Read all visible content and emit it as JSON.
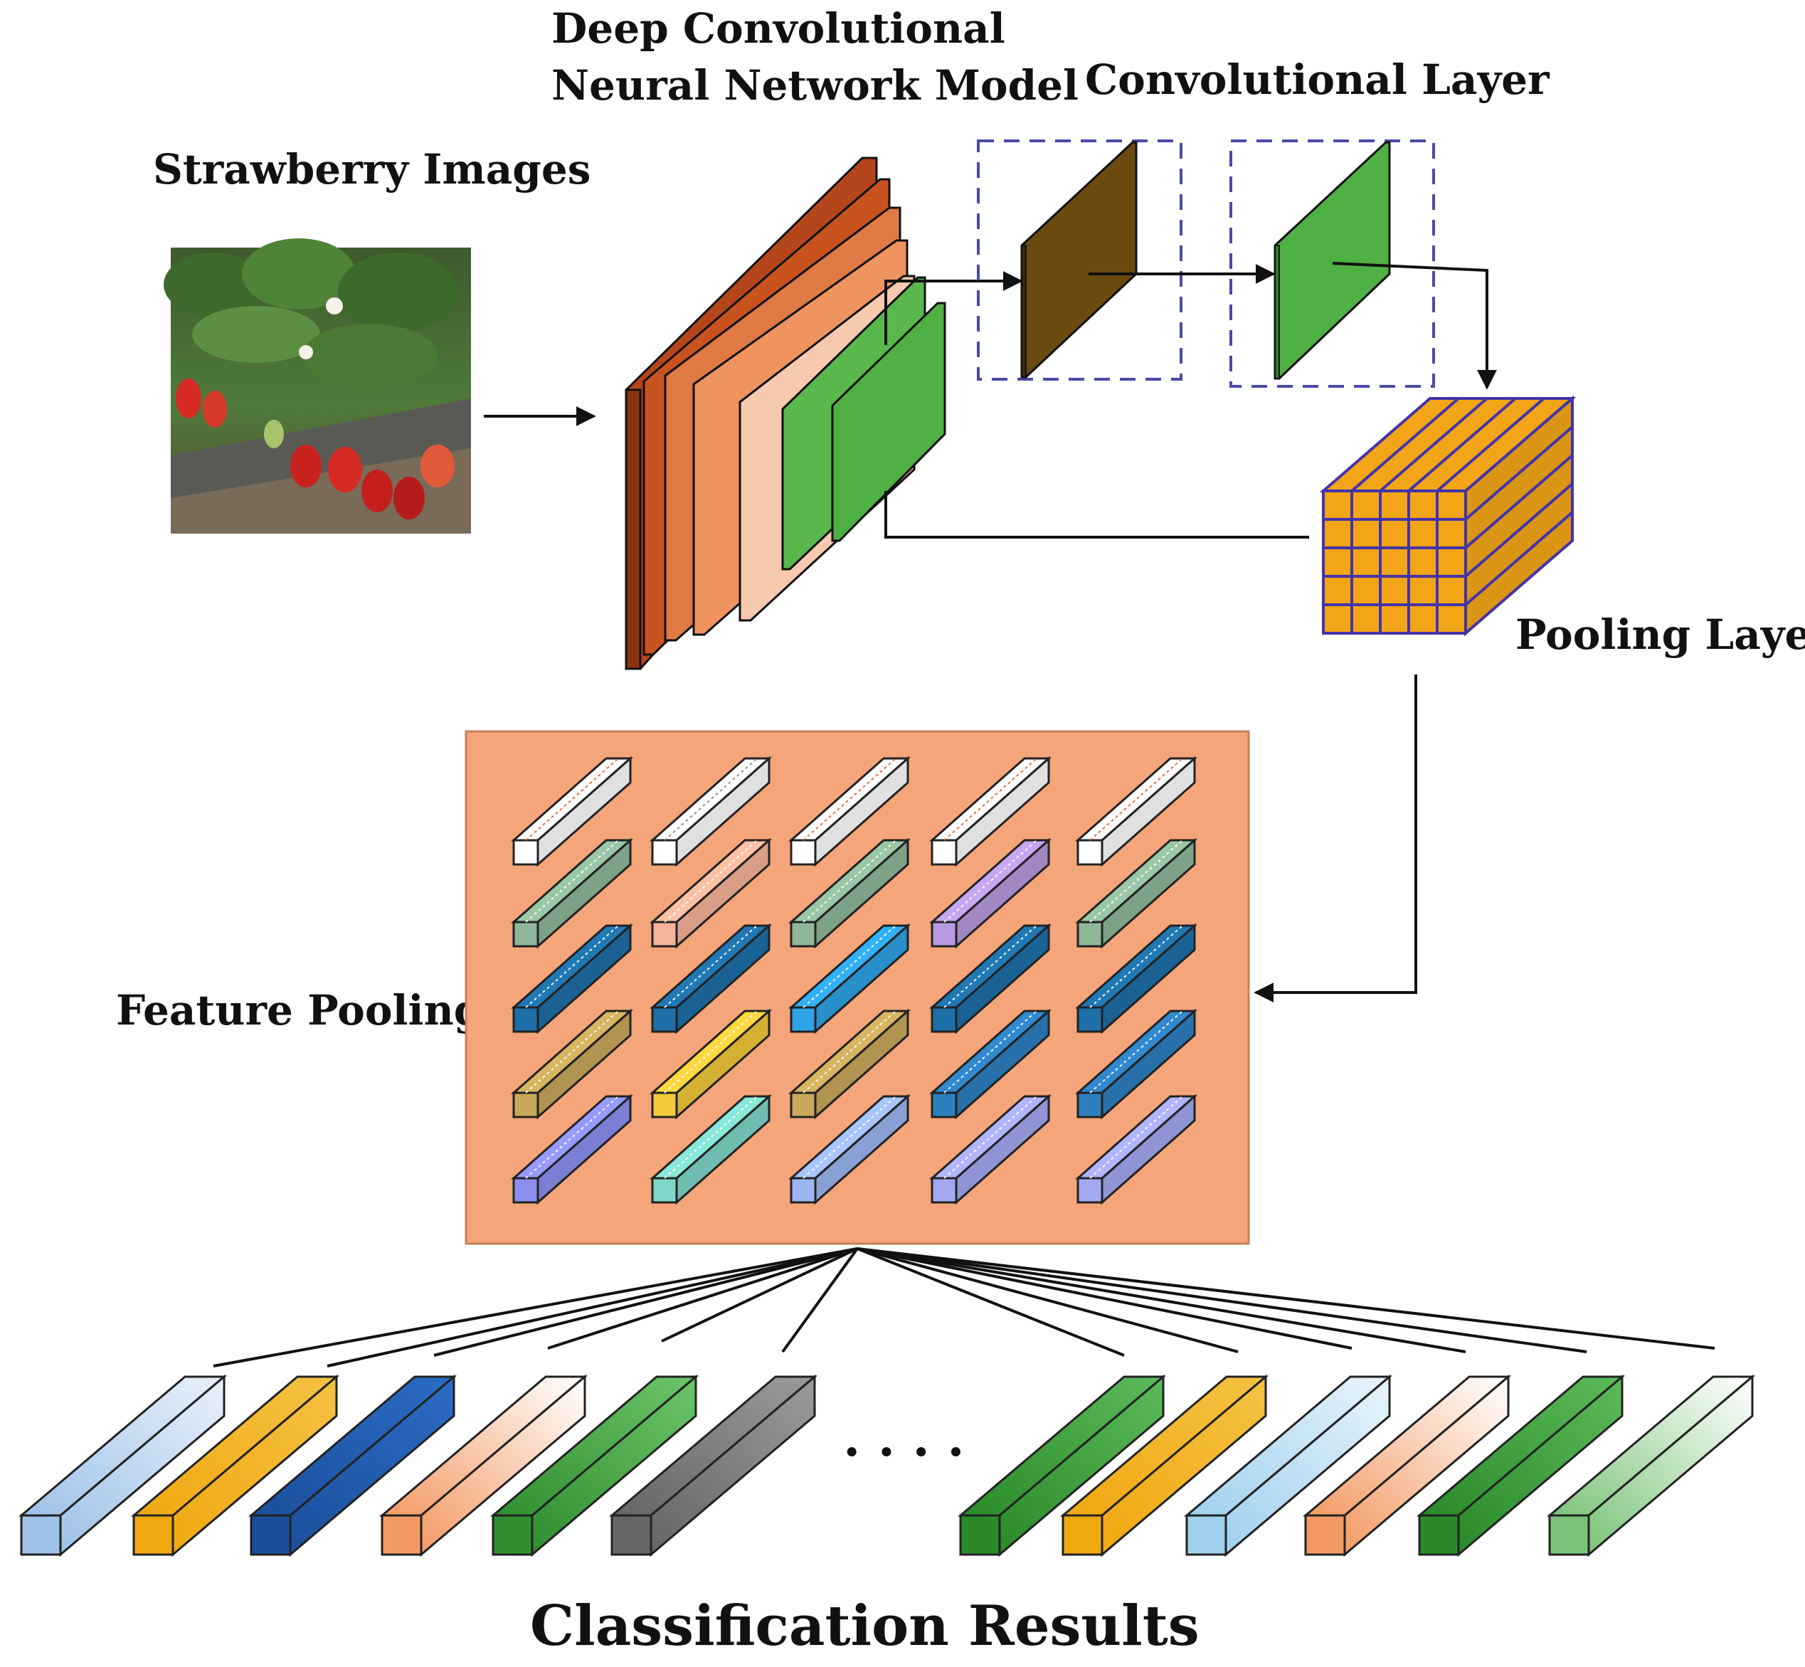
{
  "labels": {
    "input": "Strawberry Images",
    "model_line1": "Deep Convolutional",
    "model_line2": "Neural Network Model",
    "conv": "Convolutional  Layer",
    "pool": "Pooling Layer",
    "feature": "Feature Pooling",
    "results": "Classification Results",
    "ellipsis": "· · · ·"
  },
  "colors": {
    "cnn_layers": [
      "#b5461c",
      "#c8531f",
      "#e9834e",
      "#f2a27a",
      "#f7c9ae",
      "#58b84c",
      "#4fb043"
    ],
    "conv_layer_1": "#6b4a10",
    "conv_layer_2": "#4fb043",
    "conv_box_border": "#4a4aa8",
    "pool_cube_fill": "#f2a516",
    "pool_cube_border": "#4433aa",
    "feature_panel": "#f5a57a",
    "arrow": "#111111"
  },
  "feature_grid": [
    [
      {
        "color": "#ffffff",
        "pattern": "stripe-orange"
      },
      {
        "color": "#ffffff",
        "pattern": "stripe-gray"
      },
      {
        "color": "#ffffff",
        "pattern": "stripe-orange"
      },
      {
        "color": "#ffffff",
        "pattern": "stripe-orange"
      },
      {
        "color": "#ffffff",
        "pattern": "stripe-orange"
      }
    ],
    [
      {
        "color": "#8fb89a",
        "pattern": "crosshatch"
      },
      {
        "color": "#f5b39a",
        "pattern": "crosshatch"
      },
      {
        "color": "#8fb89a",
        "pattern": "crosshatch"
      },
      {
        "color": "#b79be0",
        "pattern": "crosshatch"
      },
      {
        "color": "#8fb89a",
        "pattern": "crosshatch"
      }
    ],
    [
      {
        "color": "#1e6fa8",
        "pattern": "dots"
      },
      {
        "color": "#1e6fa8",
        "pattern": "dots"
      },
      {
        "color": "#2ea3e6",
        "pattern": "dots"
      },
      {
        "color": "#1e6fa8",
        "pattern": "dots"
      },
      {
        "color": "#1e6fa8",
        "pattern": "dots"
      }
    ],
    [
      {
        "color": "#c8a85a",
        "pattern": "grid"
      },
      {
        "color": "#f2c93a",
        "pattern": "grid"
      },
      {
        "color": "#c8a85a",
        "pattern": "grid"
      },
      {
        "color": "#2d7fc0",
        "pattern": "diamond"
      },
      {
        "color": "#2d7fc0",
        "pattern": "grid"
      }
    ],
    [
      {
        "color": "#8c8ff0",
        "pattern": "stripe-blue"
      },
      {
        "color": "#7ed7c9",
        "pattern": "stripe-teal"
      },
      {
        "color": "#9cb6f2",
        "pattern": "stripe-blue"
      },
      {
        "color": "#a4a8f2",
        "pattern": "stripe-blue"
      },
      {
        "color": "#a4a8f2",
        "pattern": "stripe-blue"
      }
    ]
  ],
  "result_bars": [
    {
      "light": "#e8f0fa",
      "dark": "#9ec2e8"
    },
    {
      "light": "#f5c243",
      "dark": "#f0a811"
    },
    {
      "light": "#2b6cc4",
      "dark": "#1b4f9c"
    },
    {
      "light": "#ffffff",
      "dark": "#f39a64"
    },
    {
      "light": "#6cc46a",
      "dark": "#2f8f2f"
    },
    {
      "light": "#9a9a9a",
      "dark": "#666666"
    },
    {
      "light": "#5cba5a",
      "dark": "#2a8a2a"
    },
    {
      "light": "#f5c243",
      "dark": "#f0a811"
    },
    {
      "light": "#e8f4fb",
      "dark": "#9fd0ee"
    },
    {
      "light": "#ffffff",
      "dark": "#f39a64"
    },
    {
      "light": "#5cba5a",
      "dark": "#2a8a2a"
    },
    {
      "light": "#ffffff",
      "dark": "#7cc47a"
    }
  ]
}
